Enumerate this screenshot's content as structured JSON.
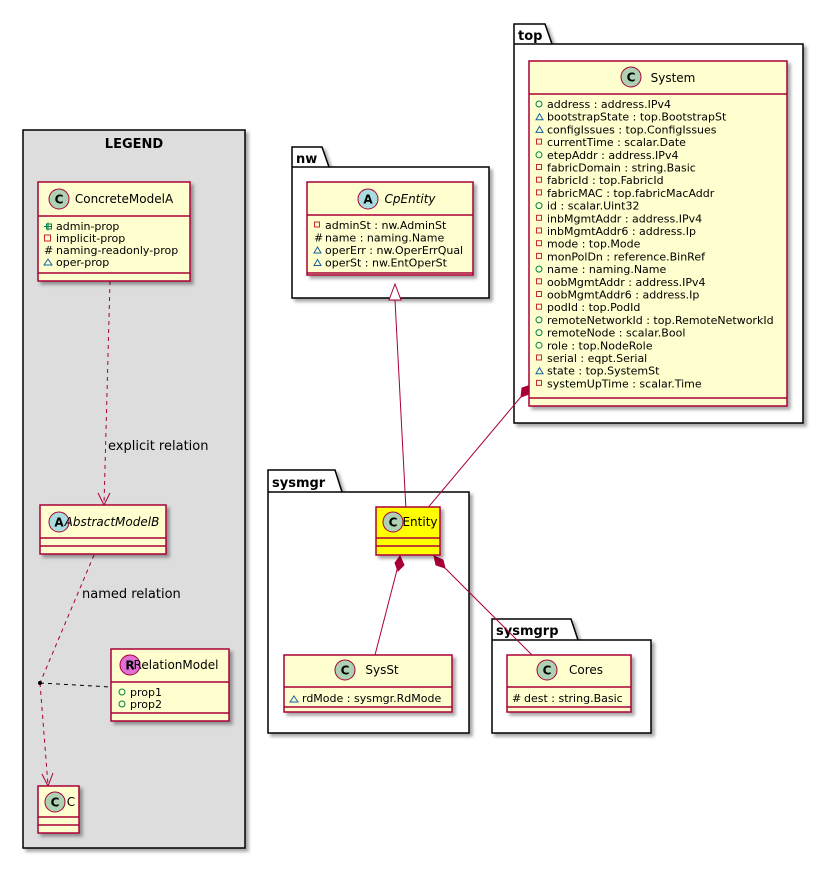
{
  "packages": {
    "top": "top",
    "nw": "nw",
    "sysmgr": "sysmgr",
    "sysmgrp": "sysmgrp"
  },
  "legend": {
    "title": "LEGEND",
    "classes": {
      "concrete_a": {
        "stereo": "C",
        "name": "ConcreteModelA",
        "attributes": [
          "admin-prop",
          "implicit-prop",
          "naming-readonly-prop",
          "oper-prop"
        ]
      },
      "abstract_b": {
        "stereo": "A",
        "name": "AbstractModelB",
        "attributes": []
      },
      "relation_model": {
        "stereo": "R",
        "name": "RelationModel",
        "attributes": [
          "prop1",
          "prop2"
        ]
      },
      "c": {
        "stereo": "C",
        "name": "C",
        "attributes": []
      }
    },
    "edge_labels": {
      "explicit": "explicit relation",
      "named": "named relation"
    }
  },
  "classes": {
    "system": {
      "stereo": "C",
      "name": "System",
      "attributes": [
        "address : address.IPv4",
        "bootstrapState : top.BootstrapSt",
        "configIssues : top.ConfigIssues",
        "currentTime : scalar.Date",
        "etepAddr : address.IPv4",
        "fabricDomain : string.Basic",
        "fabricId : top.FabricId",
        "fabricMAC : top.fabricMacAddr",
        "id : scalar.Uint32",
        "inbMgmtAddr : address.IPv4",
        "inbMgmtAddr6 : address.Ip",
        "mode : top.Mode",
        "monPolDn : reference.BinRef",
        "name : naming.Name",
        "oobMgmtAddr : address.IPv4",
        "oobMgmtAddr6 : address.Ip",
        "podId : top.PodId",
        "remoteNetworkId : top.RemoteNetworkId",
        "remoteNode : scalar.Bool",
        "role : top.NodeRole",
        "serial : eqpt.Serial",
        "state : top.SystemSt",
        "systemUpTime : scalar.Time"
      ]
    },
    "cpentity": {
      "stereo": "A",
      "name": "CpEntity",
      "attributes": [
        "adminSt : nw.AdminSt",
        "name : naming.Name",
        "operErr : nw.OperErrQual",
        "operSt : nw.EntOperSt"
      ]
    },
    "entity": {
      "stereo": "C",
      "name": "Entity",
      "attributes": []
    },
    "sysst": {
      "stereo": "C",
      "name": "SysSt",
      "attributes": [
        "rdMode : sysmgr.RdMode"
      ]
    },
    "cores": {
      "stereo": "C",
      "name": "Cores",
      "attributes": [
        "dest : string.Basic"
      ]
    }
  },
  "colors": {
    "class_fill": "#FEFECE",
    "class_border": "#A80036",
    "highlight_fill": "#FFFF00",
    "legend_fill": "#DDDDDD",
    "stereo_c": "#ADD1B2",
    "stereo_a": "#A9DCDF",
    "stereo_r": "#E16FD7"
  }
}
